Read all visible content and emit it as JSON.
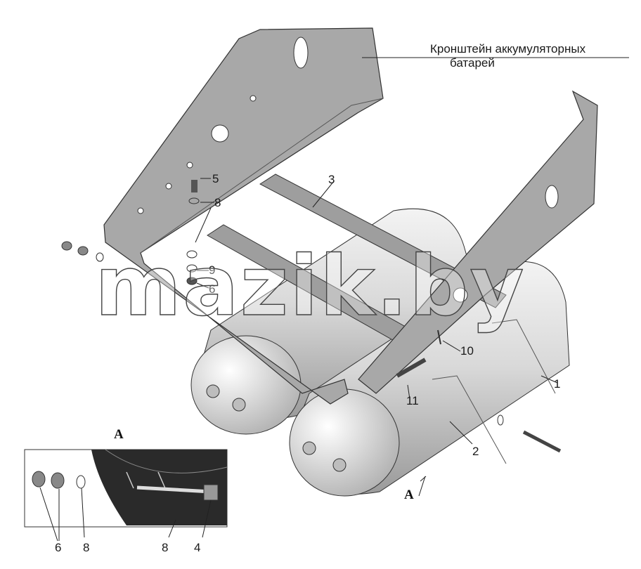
{
  "labels": {
    "caption_line1": "Кронштейн аккумуляторных",
    "caption_line2": "батарей",
    "view_a_title": "А",
    "view_a_arrow": "А",
    "p1": "1",
    "p2": "2",
    "p3": "3",
    "p5": "5",
    "p8": "8",
    "p9": "9",
    "p6": "6",
    "p10": "10",
    "p11": "11",
    "inset_6": "6",
    "inset_8a": "8",
    "inset_8b": "8",
    "inset_4": "4"
  },
  "watermark": "mazik.by",
  "colors": {
    "frame": "#a9a9a9",
    "tank": "#d6d6d6",
    "line": "#333333",
    "inset_bg": "#c9c9c9"
  }
}
